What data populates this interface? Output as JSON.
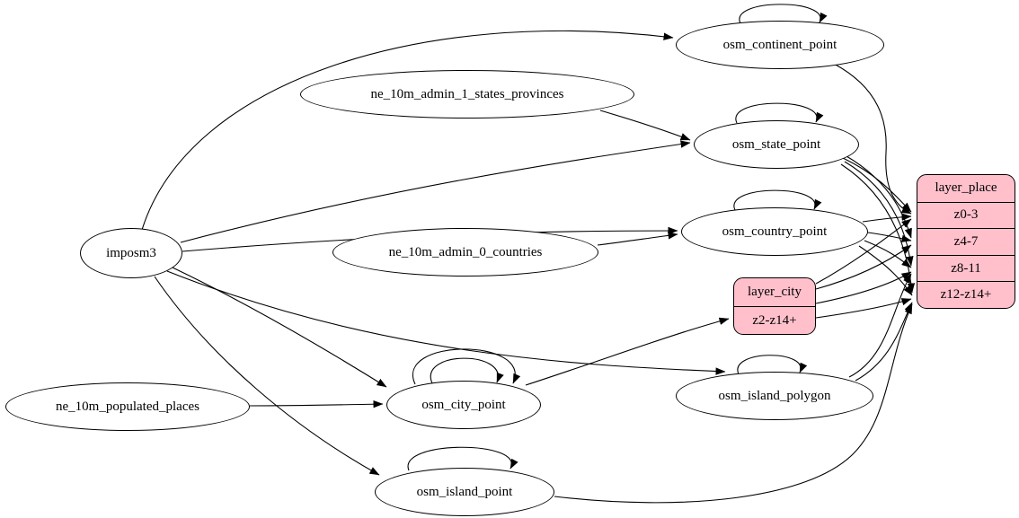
{
  "diagram": {
    "type": "etl-graph",
    "colors": {
      "background": "#ffffff",
      "table_fill": "#ffffff",
      "layer_fill": "#ffc0cb",
      "stroke": "#000000"
    },
    "tables": {
      "imposm3": {
        "label": "imposm3"
      },
      "ne_10m_admin_1_states_provinces": {
        "label": "ne_10m_admin_1_states_provinces"
      },
      "ne_10m_admin_0_countries": {
        "label": "ne_10m_admin_0_countries"
      },
      "ne_10m_populated_places": {
        "label": "ne_10m_populated_places"
      },
      "osm_continent_point": {
        "label": "osm_continent_point"
      },
      "osm_state_point": {
        "label": "osm_state_point"
      },
      "osm_country_point": {
        "label": "osm_country_point"
      },
      "osm_city_point": {
        "label": "osm_city_point"
      },
      "osm_island_polygon": {
        "label": "osm_island_polygon"
      },
      "osm_island_point": {
        "label": "osm_island_point"
      }
    },
    "layers": {
      "layer_city": {
        "title": "layer_city",
        "rows": [
          "z2-z14+"
        ]
      },
      "layer_place": {
        "title": "layer_place",
        "rows": [
          "z0-3",
          "z4-7",
          "z8-11",
          "z12-z14+"
        ]
      }
    },
    "edges": [
      {
        "from": "imposm3",
        "to": "osm_continent_point"
      },
      {
        "from": "imposm3",
        "to": "osm_state_point"
      },
      {
        "from": "imposm3",
        "to": "osm_country_point"
      },
      {
        "from": "imposm3",
        "to": "osm_city_point"
      },
      {
        "from": "imposm3",
        "to": "osm_island_polygon"
      },
      {
        "from": "imposm3",
        "to": "osm_island_point"
      },
      {
        "from": "ne_10m_admin_1_states_provinces",
        "to": "osm_state_point"
      },
      {
        "from": "ne_10m_admin_0_countries",
        "to": "osm_country_point"
      },
      {
        "from": "ne_10m_populated_places",
        "to": "osm_city_point"
      },
      {
        "from": "osm_continent_point",
        "to": "osm_continent_point"
      },
      {
        "from": "osm_state_point",
        "to": "osm_state_point"
      },
      {
        "from": "osm_country_point",
        "to": "osm_country_point"
      },
      {
        "from": "osm_city_point",
        "to": "osm_city_point"
      },
      {
        "from": "osm_city_point",
        "to": "osm_city_point"
      },
      {
        "from": "osm_island_polygon",
        "to": "osm_island_polygon"
      },
      {
        "from": "osm_island_point",
        "to": "osm_island_point"
      },
      {
        "from": "osm_continent_point",
        "to": "layer_place:z0-3"
      },
      {
        "from": "osm_state_point",
        "to": "layer_place:z0-3"
      },
      {
        "from": "osm_state_point",
        "to": "layer_place:z4-7"
      },
      {
        "from": "osm_state_point",
        "to": "layer_place:z8-11"
      },
      {
        "from": "osm_state_point",
        "to": "layer_place:z12-z14+"
      },
      {
        "from": "osm_country_point",
        "to": "layer_place:z0-3"
      },
      {
        "from": "osm_country_point",
        "to": "layer_place:z4-7"
      },
      {
        "from": "osm_country_point",
        "to": "layer_place:z8-11"
      },
      {
        "from": "osm_country_point",
        "to": "layer_place:z12-z14+"
      },
      {
        "from": "osm_city_point",
        "to": "layer_city:z2-z14+"
      },
      {
        "from": "layer_city",
        "to": "layer_place:z0-3"
      },
      {
        "from": "layer_city",
        "to": "layer_place:z4-7"
      },
      {
        "from": "layer_city",
        "to": "layer_place:z8-11"
      },
      {
        "from": "layer_city",
        "to": "layer_place:z12-z14+"
      },
      {
        "from": "osm_island_polygon",
        "to": "layer_place:z8-11"
      },
      {
        "from": "osm_island_polygon",
        "to": "layer_place:z12-z14+"
      },
      {
        "from": "osm_island_point",
        "to": "layer_place:z12-z14+"
      }
    ]
  }
}
